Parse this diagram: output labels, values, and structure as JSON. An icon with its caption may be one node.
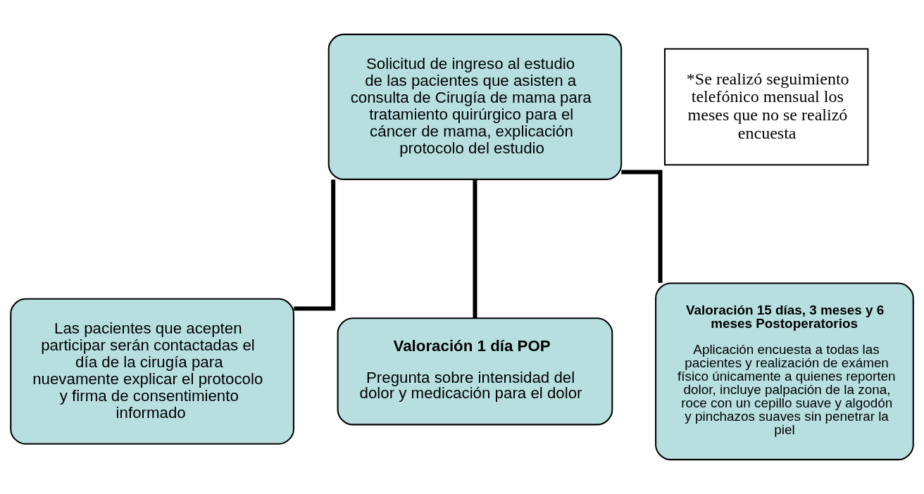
{
  "diagram": {
    "nodes": [
      {
        "text": [
          "Solicitud de ingreso al estudio de las pacientes que asisten a consulta de Cirugía de mama para tratamiento quirúrgico para el cáncer de mama, explicación protocolo del estudio"
        ]
      },
      {
        "text": [
          "Las pacientes que acepten participar serán contactadas el día de la cirugía para nuevamente explicar el protocolo y firma de consentimiento informado"
        ]
      },
      {
        "text": [
          "Valoración 1 día POP",
          "Pregunta sobre intensidad del dolor y medicación para el dolor"
        ]
      },
      {
        "text": [
          "Valoración 15 días, 3 meses y 6 meses Postoperatorios",
          "Aplicación encuesta a todas las pacientes y realización de exámen físico únicamente a quienes reporten dolor, incluye palpación de la zona, roce con un cepillo suave y algodón y pinchazos suaves sin penetrar la piel"
        ]
      },
      {
        "text": [
          "*Se realizó seguimiento telefónico mensual los meses que no se realizó encuesta"
        ]
      }
    ],
    "edges": [
      {
        "from": 0,
        "to": 1,
        "arrow": "none"
      },
      {
        "from": 0,
        "to": 2,
        "arrow": "none"
      },
      {
        "from": 0,
        "to": 3,
        "arrow": "none"
      }
    ]
  }
}
